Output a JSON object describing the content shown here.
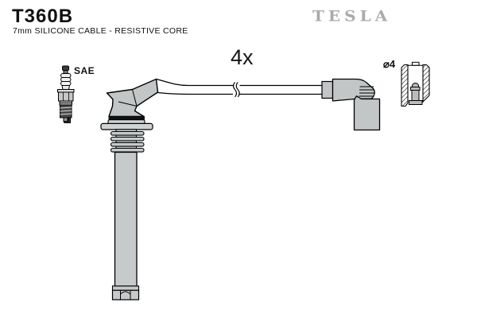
{
  "header": {
    "part_number": "T360B",
    "subtitle": "7mm SILICONE CABLE - RESISTIVE CORE",
    "brand_logo": "TESLA"
  },
  "diagram": {
    "quantity_label": "4x",
    "spark_plug_label": "SAE",
    "terminal_diameter_label": "⌀4"
  },
  "colors": {
    "background": "#ffffff",
    "outline": "#000000",
    "part_fill": "#c3c7c7",
    "flange_fill": "#cfd3d3",
    "dark_band": "#111111",
    "logo_gray": "#a9abab"
  }
}
